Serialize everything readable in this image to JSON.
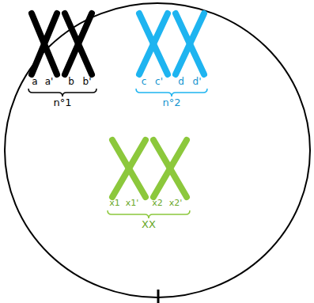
{
  "diagram": {
    "labels": [
      "a",
      "a'",
      "b",
      "b'",
      "n°1",
      "c",
      "c'",
      "d",
      "d'",
      "n°2",
      "x1",
      "x1'",
      "x2",
      "x2'",
      "XX"
    ]
  }
}
